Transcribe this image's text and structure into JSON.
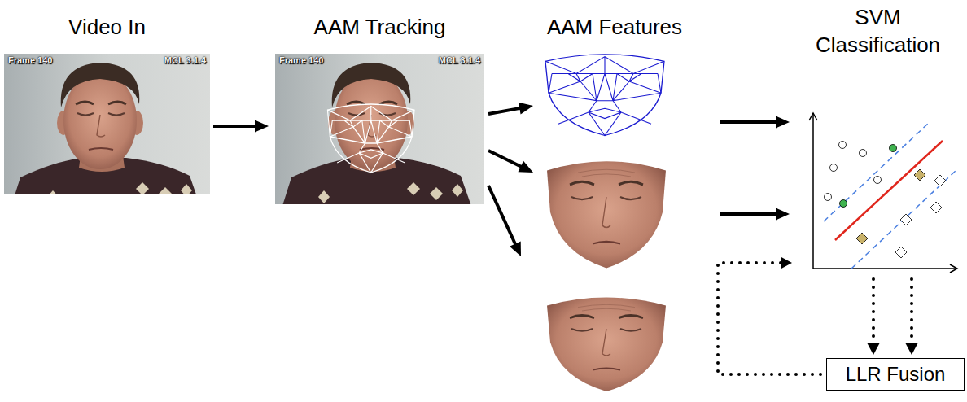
{
  "diagram": {
    "nodes": [
      {
        "text": [
          "Video In",
          "Frame 140",
          "MCL 3.1.4"
        ]
      },
      {
        "text": [
          "AAM Tracking",
          "Frame 140",
          "MCL 3.1.4"
        ]
      },
      {
        "text": [
          "AAM Features"
        ]
      },
      {
        "text": [
          "SVM Classification"
        ]
      },
      {
        "text": [
          "LLR Fusion"
        ]
      }
    ],
    "edges": [
      {
        "from": 0,
        "to": 1,
        "arrow": "to"
      },
      {
        "from": 1,
        "to": 2,
        "arrow": "to"
      },
      {
        "from": 1,
        "to": 2,
        "arrow": "to"
      },
      {
        "from": 1,
        "to": 2,
        "arrow": "to"
      },
      {
        "from": 2,
        "to": 3,
        "arrow": "to"
      },
      {
        "from": 2,
        "to": 3,
        "arrow": "to"
      },
      {
        "from": 3,
        "to": 4,
        "arrow": "to"
      },
      {
        "from": 3,
        "to": 4,
        "arrow": "to"
      },
      {
        "from": 4,
        "to": 3,
        "arrow": "to"
      }
    ]
  }
}
